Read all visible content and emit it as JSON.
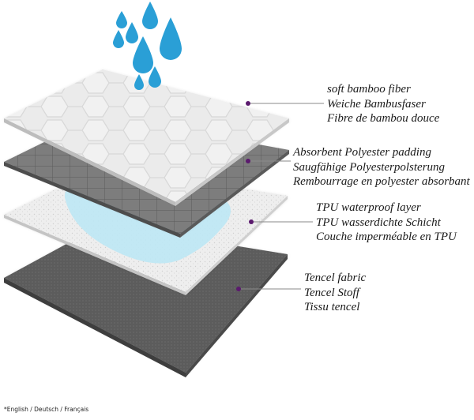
{
  "diagram": {
    "layers": [
      {
        "id": "bamboo",
        "lines": [
          "soft bamboo fiber",
          "Weiche Bambusfaser",
          "Fibre de bambou douce"
        ],
        "color": "#e6e6e6"
      },
      {
        "id": "polyester",
        "lines": [
          "Absorbent Polyester padding",
          "Saugfähige Polyesterpolsterung",
          "Rembourrage en polyester absorbant"
        ],
        "color": "#7a7a7a"
      },
      {
        "id": "tpu",
        "lines": [
          "TPU waterproof layer",
          "TPU wasserdichte Schicht",
          "Couche imperméable en TPU"
        ],
        "color": "#ececec"
      },
      {
        "id": "tencel",
        "lines": [
          "Tencel fabric",
          "Tencel Stoff",
          "Tissu tencel"
        ],
        "color": "#5f5f5f"
      }
    ],
    "water_color": "#2a9fd6",
    "marker_color": "#5b1a6e",
    "footnote": "*English / Deutsch / Français"
  }
}
